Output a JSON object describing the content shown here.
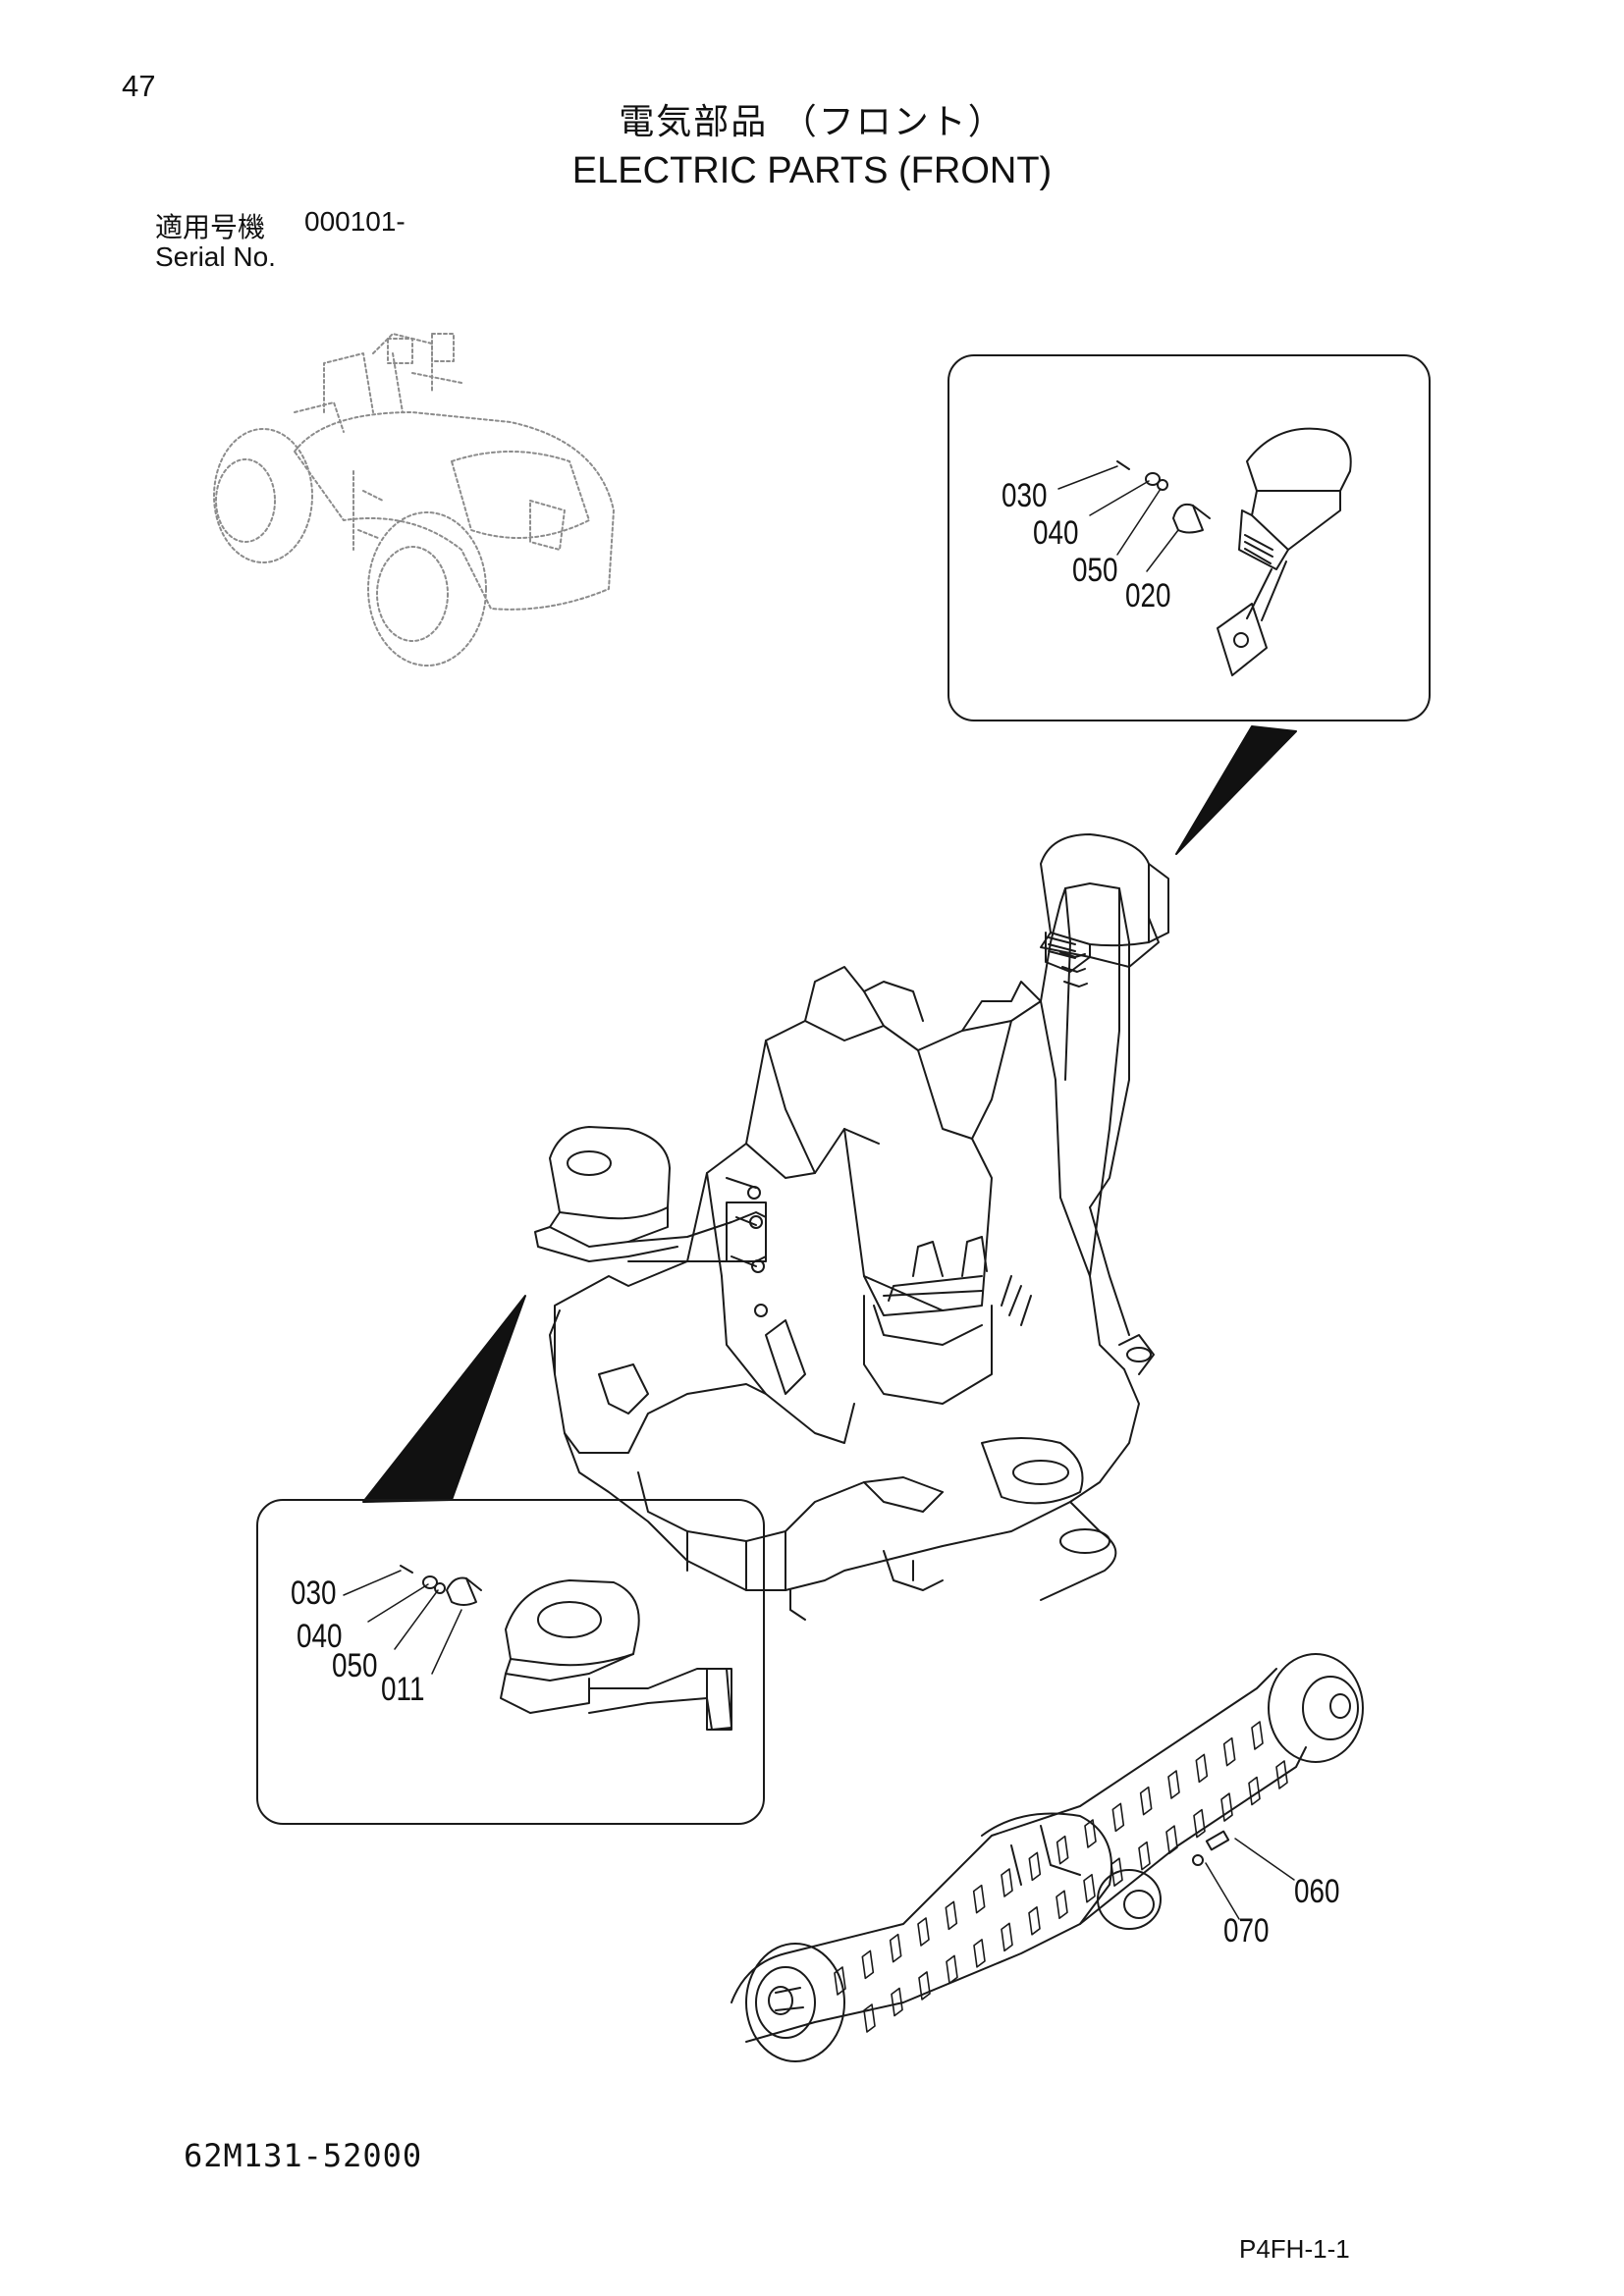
{
  "page": {
    "number": "47",
    "title_ja": "電気部品 （フロント）",
    "title_en": "ELECTRIC PARTS (FRONT)",
    "serial_label_ja": "適用号機",
    "serial_value": "000101-",
    "serial_label_en": "Serial No.",
    "doc_number": "62M131-52000",
    "page_code": "P4FH-1-1"
  },
  "callouts": {
    "right_detail": [
      "030",
      "040",
      "050",
      "020"
    ],
    "left_detail": [
      "030",
      "040",
      "050",
      "011"
    ],
    "axle": [
      "060",
      "070"
    ]
  },
  "colors": {
    "line": "#1a1a1a",
    "faint": "#9a9a9a",
    "fill": "#111111"
  }
}
